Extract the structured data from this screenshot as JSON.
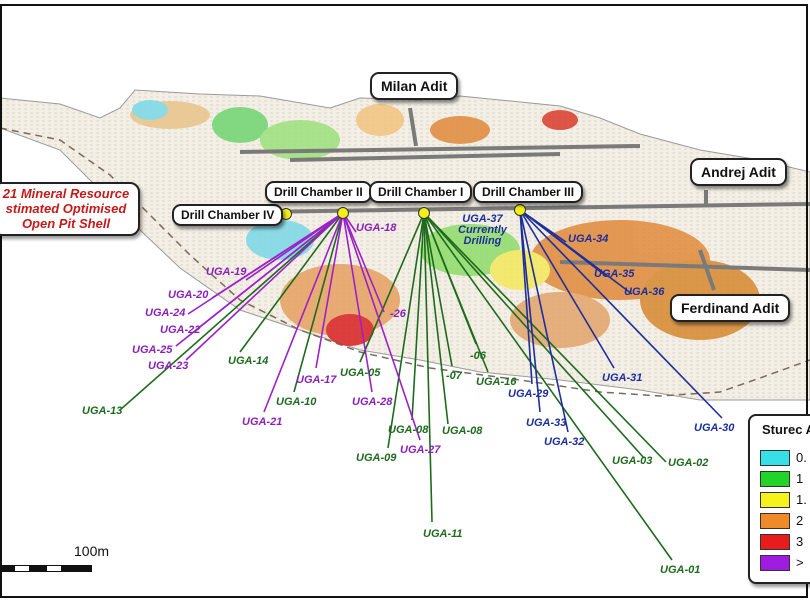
{
  "pit_shell_label": [
    "21 Mineral Resource",
    "stimated Optimised",
    "Open Pit Shell"
  ],
  "adits": [
    {
      "name": "Milan Adit"
    },
    {
      "name": "Andrej Adit"
    },
    {
      "name": "Ferdinand Adit"
    }
  ],
  "chambers": [
    {
      "name": "Drill Chamber IV"
    },
    {
      "name": "Drill Chamber II"
    },
    {
      "name": "Drill Chamber I"
    },
    {
      "name": "Drill Chamber III"
    }
  ],
  "current_drilling_note": [
    "UGA-37",
    "Currently",
    "Drilling"
  ],
  "drill_holes": [
    {
      "id": "UGA-01",
      "chamber": "I",
      "group": "green"
    },
    {
      "id": "UGA-02",
      "chamber": "I",
      "group": "green"
    },
    {
      "id": "UGA-03",
      "chamber": "I",
      "group": "green"
    },
    {
      "id": "-06",
      "chamber": "I",
      "group": "green"
    },
    {
      "id": "-07",
      "chamber": "I",
      "group": "green"
    },
    {
      "id": "UGA-08",
      "chamber": "I",
      "group": "green"
    },
    {
      "id": "UGA-08",
      "chamber": "I",
      "group": "green"
    },
    {
      "id": "UGA-09",
      "chamber": "I",
      "group": "green"
    },
    {
      "id": "UGA-10",
      "chamber": "II",
      "group": "green"
    },
    {
      "id": "UGA-11",
      "chamber": "I",
      "group": "green"
    },
    {
      "id": "UGA-13",
      "chamber": "II",
      "group": "green"
    },
    {
      "id": "UGA-14",
      "chamber": "II",
      "group": "green"
    },
    {
      "id": "UGA-16",
      "chamber": "I",
      "group": "green"
    },
    {
      "id": "UGA-05",
      "chamber": "I",
      "group": "green"
    },
    {
      "id": "UGA-17",
      "chamber": "II",
      "group": "purple"
    },
    {
      "id": "UGA-18",
      "chamber": "II",
      "group": "purple"
    },
    {
      "id": "UGA-19",
      "chamber": "II",
      "group": "purple"
    },
    {
      "id": "UGA-20",
      "chamber": "II",
      "group": "purple"
    },
    {
      "id": "UGA-21",
      "chamber": "II",
      "group": "purple"
    },
    {
      "id": "UGA-22",
      "chamber": "II",
      "group": "purple"
    },
    {
      "id": "UGA-23",
      "chamber": "II",
      "group": "purple"
    },
    {
      "id": "UGA-24",
      "chamber": "II",
      "group": "purple"
    },
    {
      "id": "UGA-25",
      "chamber": "II",
      "group": "purple"
    },
    {
      "id": "-26",
      "chamber": "II",
      "group": "purple"
    },
    {
      "id": "UGA-27",
      "chamber": "II",
      "group": "purple"
    },
    {
      "id": "UGA-28",
      "chamber": "II",
      "group": "purple"
    },
    {
      "id": "UGA-29",
      "chamber": "III",
      "group": "blue"
    },
    {
      "id": "UGA-30",
      "chamber": "III",
      "group": "blue"
    },
    {
      "id": "UGA-31",
      "chamber": "III",
      "group": "blue"
    },
    {
      "id": "UGA-32",
      "chamber": "III",
      "group": "blue"
    },
    {
      "id": "UGA-33",
      "chamber": "III",
      "group": "blue"
    },
    {
      "id": "UGA-34",
      "chamber": "III",
      "group": "blue"
    },
    {
      "id": "UGA-35",
      "chamber": "III",
      "group": "blue"
    },
    {
      "id": "UGA-36",
      "chamber": "III",
      "group": "blue"
    }
  ],
  "legend": {
    "title": "Sturec A",
    "items": [
      {
        "label": "0.",
        "color": "#36e0e6"
      },
      {
        "label": "1",
        "color": "#22d428"
      },
      {
        "label": "1.",
        "color": "#f4f41c"
      },
      {
        "label": "2",
        "color": "#f08a28"
      },
      {
        "label": "3",
        "color": "#e81c1c"
      },
      {
        "label": ">",
        "color": "#a01ce0"
      }
    ]
  },
  "scale_bar": {
    "label": "100m"
  },
  "colors": {
    "green_holes": "#1e6b1e",
    "purple_holes": "#9b22c8",
    "blue_holes": "#1c2f9c",
    "adit": "#7a7a7a",
    "chamber_marker": "#f2ef1a",
    "pit_shell_label": "#c41a1a"
  }
}
